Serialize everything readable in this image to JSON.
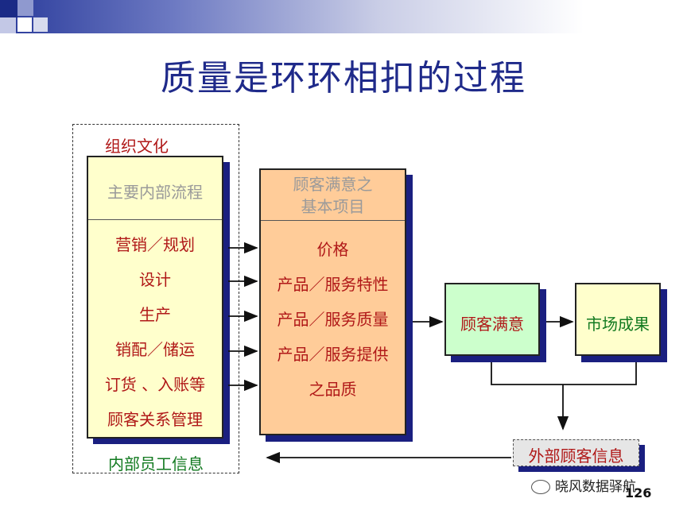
{
  "title": "质量是环环相扣的过程",
  "org_culture": "组织文化",
  "internal_process": {
    "header": "主要内部流程",
    "items": [
      "营销／规划",
      "设计",
      "生产",
      "销配／储运",
      "订货 、入账等",
      "顾客关系管理"
    ]
  },
  "satisfaction_basics": {
    "header_line1": "顾客满意之",
    "header_line2": "基本项目",
    "items": [
      "价格",
      "产品／服务特性",
      "产品／服务质量",
      "产品／服务提供",
      "之品质"
    ]
  },
  "customer_satisfaction": "顾客满意",
  "market_results": "市场成果",
  "external_info": "外部顾客信息",
  "internal_info": "内部员工信息",
  "watermark": "晓风数据驿航",
  "page_number": "126",
  "colors": {
    "title": "#1f2a8a",
    "process_box": "#ffffcc",
    "basics_box": "#ffcc99",
    "satisfaction_box": "#ccffcc",
    "market_box": "#ffffcc",
    "shadow": "#1a1f80",
    "text_red": "#b01818",
    "text_green": "#127a20"
  }
}
